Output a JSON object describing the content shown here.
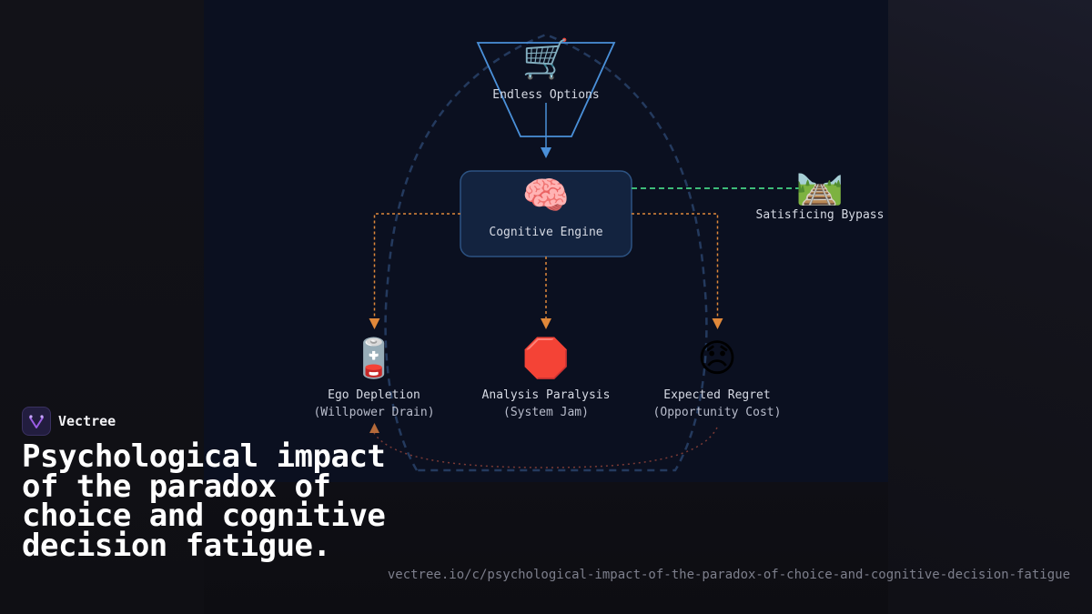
{
  "nodes": {
    "options": {
      "icon": "🛒",
      "icon_name": "shopping-cart-icon",
      "label": "Endless Options"
    },
    "engine": {
      "icon": "🧠",
      "icon_name": "brain-icon",
      "label": "Cognitive Engine"
    },
    "satisficing": {
      "icon": "🛤️",
      "icon_name": "railway-track-icon",
      "label": "Satisficing Bypass"
    },
    "ego": {
      "icon": "🪫",
      "icon_name": "low-battery-icon",
      "label": "Ego Depletion",
      "sublabel": "(Willpower Drain)"
    },
    "paralysis": {
      "icon": "🛑",
      "icon_name": "stop-sign-icon",
      "label": "Analysis Paralysis",
      "sublabel": "(System Jam)"
    },
    "regret": {
      "icon": "😞",
      "icon_name": "disappointed-face-icon",
      "label": "Expected Regret",
      "sublabel": "(Opportunity Cost)"
    }
  },
  "colors": {
    "funnel": "#4a90d9",
    "feedback_loop": "#243a5e",
    "engine_fill": "#13233f",
    "engine_border": "#2d5383",
    "satisficing_link": "#3dbb78",
    "fatigue_link": "#e0883a",
    "return_link": "#7a3a35"
  },
  "brand": {
    "name": "Vectree",
    "logo_icon": "vectree-logo-icon"
  },
  "headline": "Psychological impact of the paradox of choice and cognitive decision fatigue.",
  "url": "vectree.io/c/psychological-impact-of-the-paradox-of-choice-and-cognitive-decision-fatigue"
}
